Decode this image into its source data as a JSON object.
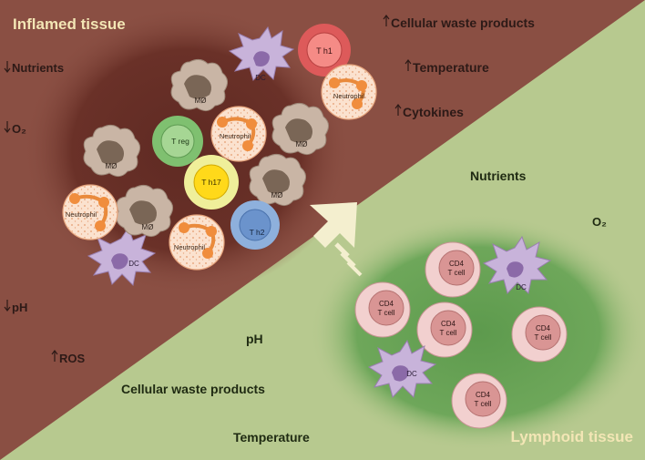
{
  "regions": {
    "inflamed_title": "Inflamed tissue",
    "lymphoid_title": "Lymphoid tissue"
  },
  "inflamed_conditions": {
    "nutrients": "Nutrients",
    "o2": "O₂",
    "ph": "pH",
    "ros": "ROS",
    "waste": "Cellular waste products",
    "temperature": "Temperature",
    "cytokines": "Cytokines"
  },
  "lymphoid_conditions": {
    "nutrients": "Nutrients",
    "o2": "O₂",
    "ph": "pH",
    "waste": "Cellular waste products",
    "temperature": "Temperature"
  },
  "cell_labels": {
    "th1": "T h1",
    "treg": "T reg",
    "th17": "T h17",
    "th2": "T h2",
    "dc": "DC",
    "macrophage": "MØ",
    "neutrophil": "Neutrophil",
    "cd4_line1": "CD4",
    "cd4_line2": "T cell"
  },
  "colors": {
    "inflamed_bg": "#8a4f43",
    "inflamed_core": "#5f2a23",
    "lymphoid_bg": "#b7c98f",
    "lymphoid_core": "#5d9a4d",
    "title_text": "#f3e6b5",
    "arrow": "#f4efcf"
  }
}
